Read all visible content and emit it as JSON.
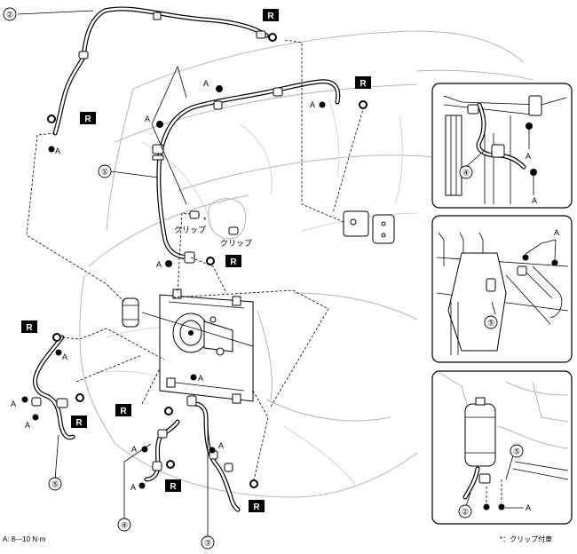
{
  "torque_label": "A",
  "reseal_badge": "R",
  "clip_label": "クリップ",
  "clip_asterisk": "*",
  "part_numbers": [
    "①",
    "②",
    "③",
    "④",
    "⑤"
  ],
  "footer": {
    "torque_spec": "A: 8—10 N·m",
    "note": "*：クリップ付車"
  }
}
